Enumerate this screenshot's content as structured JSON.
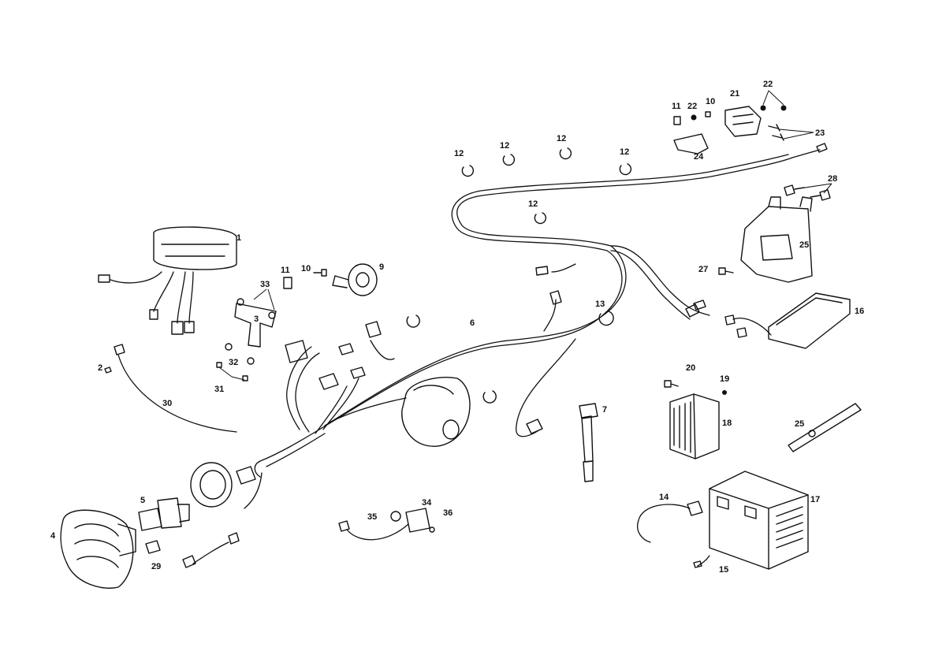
{
  "diagram": {
    "callouts": [
      {
        "id": "c1",
        "label": "1"
      },
      {
        "id": "c2",
        "label": "2"
      },
      {
        "id": "c3",
        "label": "3"
      },
      {
        "id": "c4",
        "label": "4"
      },
      {
        "id": "c5",
        "label": "5"
      },
      {
        "id": "c6",
        "label": "6"
      },
      {
        "id": "c7",
        "label": "7"
      },
      {
        "id": "c9",
        "label": "9"
      },
      {
        "id": "c10a",
        "label": "10"
      },
      {
        "id": "c10b",
        "label": "10"
      },
      {
        "id": "c11a",
        "label": "11"
      },
      {
        "id": "c11b",
        "label": "11"
      },
      {
        "id": "c12a",
        "label": "12"
      },
      {
        "id": "c12b",
        "label": "12"
      },
      {
        "id": "c12c",
        "label": "12"
      },
      {
        "id": "c12d",
        "label": "12"
      },
      {
        "id": "c12e",
        "label": "12"
      },
      {
        "id": "c13",
        "label": "13"
      },
      {
        "id": "c14",
        "label": "14"
      },
      {
        "id": "c15",
        "label": "15"
      },
      {
        "id": "c16",
        "label": "16"
      },
      {
        "id": "c17",
        "label": "17"
      },
      {
        "id": "c18",
        "label": "18"
      },
      {
        "id": "c19",
        "label": "19"
      },
      {
        "id": "c20",
        "label": "20"
      },
      {
        "id": "c21",
        "label": "21"
      },
      {
        "id": "c22a",
        "label": "22"
      },
      {
        "id": "c22b",
        "label": "22"
      },
      {
        "id": "c23",
        "label": "23"
      },
      {
        "id": "c24",
        "label": "24"
      },
      {
        "id": "c25a",
        "label": "25"
      },
      {
        "id": "c25b",
        "label": "25"
      },
      {
        "id": "c27",
        "label": "27"
      },
      {
        "id": "c28",
        "label": "28"
      },
      {
        "id": "c29",
        "label": "29"
      },
      {
        "id": "c30",
        "label": "30"
      },
      {
        "id": "c31",
        "label": "31"
      },
      {
        "id": "c32",
        "label": "32"
      },
      {
        "id": "c33",
        "label": "33"
      },
      {
        "id": "c34",
        "label": "34"
      },
      {
        "id": "c35",
        "label": "35"
      },
      {
        "id": "c36",
        "label": "36"
      }
    ]
  }
}
